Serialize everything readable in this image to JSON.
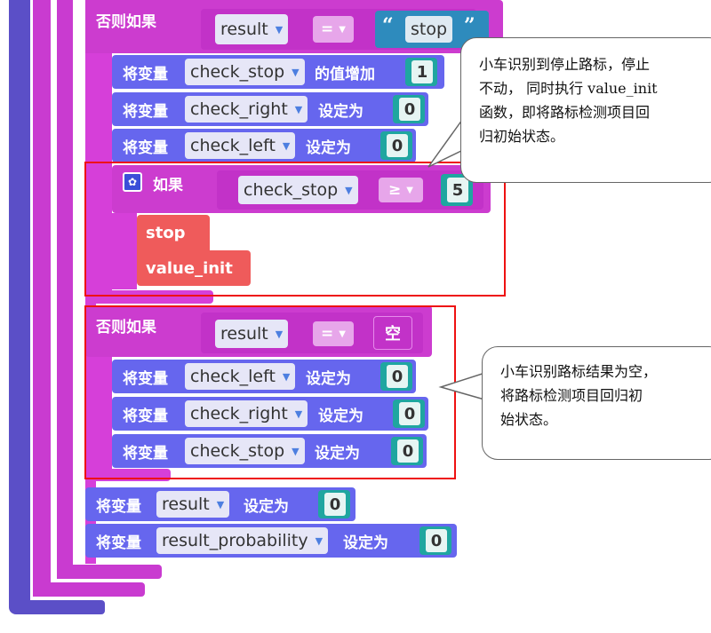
{
  "blocks": {
    "elseif1": {
      "label": "否则如果",
      "var": "result",
      "op": "=",
      "string_value": "stop",
      "quote_open": "“",
      "quote_close": "”"
    },
    "stmt_check_stop_inc": {
      "prefix": "将变量",
      "var": "check_stop",
      "suffix": "的值增加",
      "value": "1"
    },
    "stmt_check_right_1": {
      "prefix": "将变量",
      "var": "check_right",
      "suffix": "设定为",
      "value": "0"
    },
    "stmt_check_left_1": {
      "prefix": "将变量",
      "var": "check_left",
      "suffix": "设定为",
      "value": "0"
    },
    "if_inner": {
      "label": "如果",
      "var": "check_stop",
      "op": "≥",
      "value": "5",
      "gear_icon": "gear-icon"
    },
    "stop_block": "stop",
    "value_init_block": "value_init",
    "elseif2": {
      "label": "否则如果",
      "var": "result",
      "op": "=",
      "text": "空"
    },
    "stmt_check_left_2": {
      "prefix": "将变量",
      "var": "check_left",
      "suffix": "设定为",
      "value": "0"
    },
    "stmt_check_right_2": {
      "prefix": "将变量",
      "var": "check_right",
      "suffix": "设定为",
      "value": "0"
    },
    "stmt_check_stop_2": {
      "prefix": "将变量",
      "var": "check_stop",
      "suffix": "设定为",
      "value": "0"
    },
    "stmt_result": {
      "prefix": "将变量",
      "var": "result",
      "suffix": "设定为",
      "value": "0"
    },
    "stmt_result_prob": {
      "prefix": "将变量",
      "var": "result_probability",
      "suffix": "设定为",
      "value": "0"
    }
  },
  "callouts": {
    "top": [
      "小车识别到停止路标，停止",
      "不动， 同时执行  value_init",
      "函数，即将路标检测项目回",
      "归初始状态。"
    ],
    "bottom": [
      "小车识别路标结果为空，",
      "将路标检测项目回归初",
      "始状态。"
    ]
  },
  "colors": {
    "statement": "#6666ee",
    "control": "#cc3ccf",
    "number": "#1fa6a0",
    "function": "#ef5b5b",
    "highlight": "#ee1111"
  }
}
